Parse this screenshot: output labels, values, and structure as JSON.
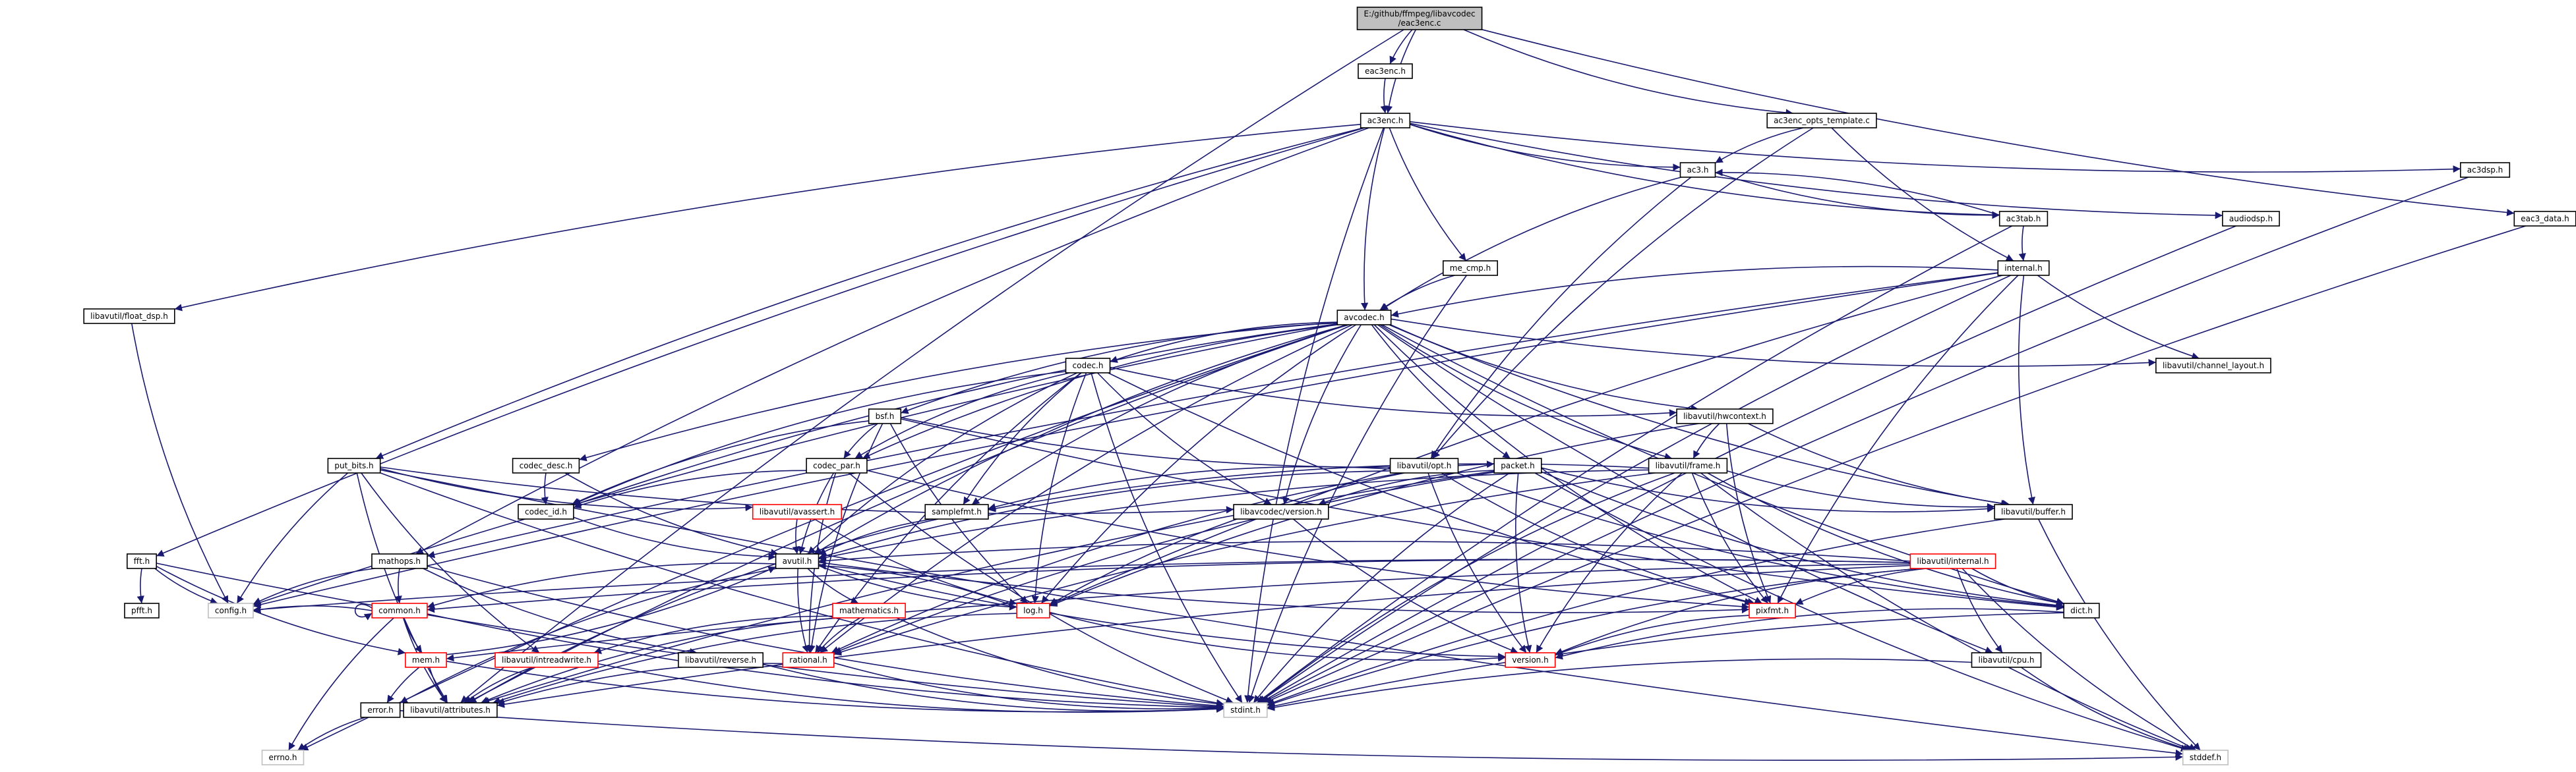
{
  "diagram": {
    "colors": {
      "edge": "#191970",
      "node_border_default": "#000000",
      "node_border_incomplete": "#ff0000",
      "node_border_external": "#bfbfbf",
      "root_fill": "#bfbfbf",
      "node_fill": "#ffffff"
    },
    "nodes": [
      {
        "id": "root",
        "label": "E:/github/ffmpeg/libavcodec/eac3enc.c",
        "lines": [
          "E:/github/ffmpeg/libavcodec",
          "/eac3enc.c"
        ],
        "style": "root"
      },
      {
        "id": "eac3enc_h",
        "label": "eac3enc.h",
        "style": "normal"
      },
      {
        "id": "ac3enc_h",
        "label": "ac3enc.h",
        "style": "normal"
      },
      {
        "id": "ac3enc_opts",
        "label": "ac3enc_opts_template.c",
        "style": "normal"
      },
      {
        "id": "ac3_h",
        "label": "ac3.h",
        "style": "normal"
      },
      {
        "id": "ac3dsp_h",
        "label": "ac3dsp.h",
        "style": "normal"
      },
      {
        "id": "eac3_data_h",
        "label": "eac3_data.h",
        "style": "normal"
      },
      {
        "id": "audiodsp_h",
        "label": "audiodsp.h",
        "style": "normal"
      },
      {
        "id": "ac3tab_h",
        "label": "ac3tab.h",
        "style": "normal"
      },
      {
        "id": "internal_h",
        "label": "internal.h",
        "style": "normal"
      },
      {
        "id": "me_cmp_h",
        "label": "me_cmp.h",
        "style": "normal"
      },
      {
        "id": "float_dsp_h",
        "label": "libavutil/float_dsp.h",
        "style": "normal"
      },
      {
        "id": "avcodec_h",
        "label": "avcodec.h",
        "style": "normal"
      },
      {
        "id": "channel_layout_h",
        "label": "libavutil/channel_layout.h",
        "style": "normal"
      },
      {
        "id": "codec_h",
        "label": "codec.h",
        "style": "normal"
      },
      {
        "id": "hwcontext_h",
        "label": "libavutil/hwcontext.h",
        "style": "normal"
      },
      {
        "id": "bsf_h",
        "label": "bsf.h",
        "style": "normal"
      },
      {
        "id": "put_bits_h",
        "label": "put_bits.h",
        "style": "normal"
      },
      {
        "id": "codec_desc_h",
        "label": "codec_desc.h",
        "style": "normal"
      },
      {
        "id": "codec_par_h",
        "label": "codec_par.h",
        "style": "normal"
      },
      {
        "id": "opt_h",
        "label": "libavutil/opt.h",
        "style": "normal"
      },
      {
        "id": "packet_h",
        "label": "packet.h",
        "style": "normal"
      },
      {
        "id": "frame_h",
        "label": "libavutil/frame.h",
        "style": "normal"
      },
      {
        "id": "codec_id_h",
        "label": "codec_id.h",
        "style": "normal"
      },
      {
        "id": "avassert_h",
        "label": "libavutil/avassert.h",
        "style": "incomplete"
      },
      {
        "id": "samplefmt_h",
        "label": "samplefmt.h",
        "style": "normal"
      },
      {
        "id": "lavc_version_h",
        "label": "libavcodec/version.h",
        "style": "normal"
      },
      {
        "id": "buffer_h",
        "label": "libavutil/buffer.h",
        "style": "normal"
      },
      {
        "id": "fft_h",
        "label": "fft.h",
        "style": "normal"
      },
      {
        "id": "mathops_h",
        "label": "mathops.h",
        "style": "normal"
      },
      {
        "id": "avutil_h",
        "label": "avutil.h",
        "style": "normal"
      },
      {
        "id": "lavu_internal_h",
        "label": "libavutil/internal.h",
        "style": "incomplete"
      },
      {
        "id": "pfft_h",
        "label": "pfft.h",
        "style": "normal"
      },
      {
        "id": "config_h",
        "label": "config.h",
        "style": "external"
      },
      {
        "id": "common_h",
        "label": "common.h",
        "style": "incomplete"
      },
      {
        "id": "mathematics_h",
        "label": "mathematics.h",
        "style": "incomplete"
      },
      {
        "id": "log_h",
        "label": "log.h",
        "style": "incomplete"
      },
      {
        "id": "pixfmt_h",
        "label": "pixfmt.h",
        "style": "incomplete"
      },
      {
        "id": "dict_h",
        "label": "dict.h",
        "style": "normal"
      },
      {
        "id": "mem_h",
        "label": "mem.h",
        "style": "incomplete"
      },
      {
        "id": "intreadwrite_h",
        "label": "libavutil/intreadwrite.h",
        "style": "incomplete"
      },
      {
        "id": "reverse_h",
        "label": "libavutil/reverse.h",
        "style": "normal"
      },
      {
        "id": "rational_h",
        "label": "rational.h",
        "style": "incomplete"
      },
      {
        "id": "version_h",
        "label": "version.h",
        "style": "incomplete"
      },
      {
        "id": "cpu_h",
        "label": "libavutil/cpu.h",
        "style": "normal"
      },
      {
        "id": "error_h",
        "label": "error.h",
        "style": "normal"
      },
      {
        "id": "attributes_h",
        "label": "libavutil/attributes.h",
        "style": "normal"
      },
      {
        "id": "stdint_h",
        "label": "stdint.h",
        "style": "external"
      },
      {
        "id": "errno_h",
        "label": "errno.h",
        "style": "external"
      },
      {
        "id": "stddef_h",
        "label": "stddef.h",
        "style": "external"
      }
    ],
    "edges": [
      [
        "root",
        "eac3enc_h"
      ],
      [
        "root",
        "ac3enc_h"
      ],
      [
        "root",
        "ac3enc_opts"
      ],
      [
        "root",
        "eac3_data_h"
      ],
      [
        "root",
        "attributes_h"
      ],
      [
        "eac3enc_h",
        "ac3enc_h"
      ],
      [
        "ac3enc_h",
        "ac3_h"
      ],
      [
        "ac3enc_h",
        "ac3dsp_h"
      ],
      [
        "ac3enc_h",
        "audiodsp_h"
      ],
      [
        "ac3enc_h",
        "ac3tab_h"
      ],
      [
        "ac3enc_h",
        "me_cmp_h"
      ],
      [
        "ac3enc_h",
        "float_dsp_h"
      ],
      [
        "ac3enc_h",
        "avcodec_h"
      ],
      [
        "ac3enc_h",
        "put_bits_h"
      ],
      [
        "ac3enc_h",
        "fft_h"
      ],
      [
        "ac3enc_h",
        "mathops_h"
      ],
      [
        "ac3enc_h",
        "stdint_h"
      ],
      [
        "ac3enc_opts",
        "ac3_h"
      ],
      [
        "ac3enc_opts",
        "internal_h"
      ],
      [
        "ac3enc_opts",
        "opt_h"
      ],
      [
        "ac3_h",
        "avcodec_h"
      ],
      [
        "ac3_h",
        "ac3tab_h"
      ],
      [
        "ac3_h",
        "opt_h"
      ],
      [
        "ac3tab_h",
        "ac3_h"
      ],
      [
        "ac3tab_h",
        "internal_h"
      ],
      [
        "ac3tab_h",
        "stdint_h"
      ],
      [
        "internal_h",
        "avcodec_h"
      ],
      [
        "internal_h",
        "channel_layout_h"
      ],
      [
        "internal_h",
        "buffer_h"
      ],
      [
        "internal_h",
        "config_h"
      ],
      [
        "internal_h",
        "stdint_h"
      ],
      [
        "internal_h",
        "pixfmt_h"
      ],
      [
        "internal_h",
        "mathops_h"
      ],
      [
        "internal_h",
        "log_h"
      ],
      [
        "ac3dsp_h",
        "stdint_h"
      ],
      [
        "audiodsp_h",
        "stdint_h"
      ],
      [
        "eac3_data_h",
        "stdint_h"
      ],
      [
        "me_cmp_h",
        "avcodec_h"
      ],
      [
        "me_cmp_h",
        "stdint_h"
      ],
      [
        "float_dsp_h",
        "config_h"
      ],
      [
        "avcodec_h",
        "errno_h"
      ],
      [
        "avcodec_h",
        "attributes_h"
      ],
      [
        "avcodec_h",
        "avutil_h"
      ],
      [
        "avcodec_h",
        "buffer_h"
      ],
      [
        "avcodec_h",
        "channel_layout_h"
      ],
      [
        "avcodec_h",
        "cpu_h"
      ],
      [
        "avcodec_h",
        "dict_h"
      ],
      [
        "avcodec_h",
        "frame_h"
      ],
      [
        "avcodec_h",
        "log_h"
      ],
      [
        "avcodec_h",
        "pixfmt_h"
      ],
      [
        "avcodec_h",
        "rational_h"
      ],
      [
        "avcodec_h",
        "codec_h"
      ],
      [
        "avcodec_h",
        "codec_desc_h"
      ],
      [
        "avcodec_h",
        "codec_id_h"
      ],
      [
        "avcodec_h",
        "packet_h"
      ],
      [
        "avcodec_h",
        "lavc_version_h"
      ],
      [
        "avcodec_h",
        "bsf_h"
      ],
      [
        "avcodec_h",
        "codec_par_h"
      ],
      [
        "avcodec_h",
        "samplefmt_h"
      ],
      [
        "avcodec_h",
        "hwcontext_h"
      ],
      [
        "avcodec_h",
        "config_h"
      ],
      [
        "codec_h",
        "stdint_h"
      ],
      [
        "codec_h",
        "avutil_h"
      ],
      [
        "codec_h",
        "hwcontext_h"
      ],
      [
        "codec_h",
        "log_h"
      ],
      [
        "codec_h",
        "pixfmt_h"
      ],
      [
        "codec_h",
        "rational_h"
      ],
      [
        "codec_h",
        "samplefmt_h"
      ],
      [
        "codec_h",
        "lavc_version_h"
      ],
      [
        "codec_h",
        "codec_id_h"
      ],
      [
        "codec_h",
        "codec_par_h"
      ],
      [
        "hwcontext_h",
        "buffer_h"
      ],
      [
        "hwcontext_h",
        "frame_h"
      ],
      [
        "hwcontext_h",
        "log_h"
      ],
      [
        "hwcontext_h",
        "pixfmt_h"
      ],
      [
        "bsf_h",
        "dict_h"
      ],
      [
        "bsf_h",
        "log_h"
      ],
      [
        "bsf_h",
        "rational_h"
      ],
      [
        "bsf_h",
        "codec_id_h"
      ],
      [
        "bsf_h",
        "codec_par_h"
      ],
      [
        "bsf_h",
        "packet_h"
      ],
      [
        "codec_desc_h",
        "avutil_h"
      ],
      [
        "codec_desc_h",
        "codec_id_h"
      ],
      [
        "codec_par_h",
        "stdint_h"
      ],
      [
        "codec_par_h",
        "avutil_h"
      ],
      [
        "codec_par_h",
        "rational_h"
      ],
      [
        "codec_par_h",
        "pixfmt_h"
      ],
      [
        "codec_par_h",
        "codec_id_h"
      ],
      [
        "put_bits_h",
        "stdint_h"
      ],
      [
        "put_bits_h",
        "stddef_h"
      ],
      [
        "put_bits_h",
        "config_h"
      ],
      [
        "put_bits_h",
        "intreadwrite_h"
      ],
      [
        "put_bits_h",
        "avassert_h"
      ],
      [
        "put_bits_h",
        "lavc_version_h"
      ],
      [
        "put_bits_h",
        "attributes_h"
      ],
      [
        "opt_h",
        "rational_h"
      ],
      [
        "opt_h",
        "avutil_h"
      ],
      [
        "opt_h",
        "dict_h"
      ],
      [
        "opt_h",
        "log_h"
      ],
      [
        "opt_h",
        "pixfmt_h"
      ],
      [
        "opt_h",
        "samplefmt_h"
      ],
      [
        "opt_h",
        "version_h"
      ],
      [
        "packet_h",
        "stddef_h"
      ],
      [
        "packet_h",
        "stdint_h"
      ],
      [
        "packet_h",
        "attributes_h"
      ],
      [
        "packet_h",
        "buffer_h"
      ],
      [
        "packet_h",
        "dict_h"
      ],
      [
        "packet_h",
        "rational_h"
      ],
      [
        "packet_h",
        "version_h"
      ],
      [
        "packet_h",
        "lavc_version_h"
      ],
      [
        "frame_h",
        "stddef_h"
      ],
      [
        "frame_h",
        "stdint_h"
      ],
      [
        "frame_h",
        "avutil_h"
      ],
      [
        "frame_h",
        "buffer_h"
      ],
      [
        "frame_h",
        "dict_h"
      ],
      [
        "frame_h",
        "rational_h"
      ],
      [
        "frame_h",
        "samplefmt_h"
      ],
      [
        "frame_h",
        "pixfmt_h"
      ],
      [
        "frame_h",
        "version_h"
      ],
      [
        "codec_id_h",
        "avutil_h"
      ],
      [
        "avassert_h",
        "avutil_h"
      ],
      [
        "avassert_h",
        "log_h"
      ],
      [
        "samplefmt_h",
        "avutil_h"
      ],
      [
        "samplefmt_h",
        "attributes_h"
      ],
      [
        "lavc_version_h",
        "version_h"
      ],
      [
        "buffer_h",
        "stddef_h"
      ],
      [
        "buffer_h",
        "stdint_h"
      ],
      [
        "fft_h",
        "config_h"
      ],
      [
        "fft_h",
        "stdint_h"
      ],
      [
        "fft_h",
        "pfft_h"
      ],
      [
        "fft_h",
        "mem_h"
      ],
      [
        "mathops_h",
        "stdint_h"
      ],
      [
        "mathops_h",
        "common_h"
      ],
      [
        "mathops_h",
        "config_h"
      ],
      [
        "mathops_h",
        "reverse_h"
      ],
      [
        "avutil_h",
        "common_h"
      ],
      [
        "avutil_h",
        "error_h"
      ],
      [
        "avutil_h",
        "rational_h"
      ],
      [
        "avutil_h",
        "version_h"
      ],
      [
        "avutil_h",
        "mathematics_h"
      ],
      [
        "avutil_h",
        "log_h"
      ],
      [
        "avutil_h",
        "pixfmt_h"
      ],
      [
        "lavu_internal_h",
        "avutil_h"
      ],
      [
        "lavu_internal_h",
        "config_h"
      ],
      [
        "lavu_internal_h",
        "stddef_h"
      ],
      [
        "lavu_internal_h",
        "stdint_h"
      ],
      [
        "lavu_internal_h",
        "attributes_h"
      ],
      [
        "lavu_internal_h",
        "cpu_h"
      ],
      [
        "lavu_internal_h",
        "dict_h"
      ],
      [
        "lavu_internal_h",
        "pixfmt_h"
      ],
      [
        "lavu_internal_h",
        "version_h"
      ],
      [
        "lavu_internal_h",
        "common_h"
      ],
      [
        "lavu_internal_h",
        "mem_h"
      ],
      [
        "common_h",
        "errno_h"
      ],
      [
        "common_h",
        "stdint_h"
      ],
      [
        "common_h",
        "attributes_h"
      ],
      [
        "common_h",
        "mem_h"
      ],
      [
        "common_h",
        "config_h"
      ],
      [
        "common_h",
        "common_h"
      ],
      [
        "mathematics_h",
        "stdint_h"
      ],
      [
        "mathematics_h",
        "attributes_h"
      ],
      [
        "mathematics_h",
        "rational_h"
      ],
      [
        "mathematics_h",
        "intreadwrite_h"
      ],
      [
        "log_h",
        "avutil_h"
      ],
      [
        "log_h",
        "attributes_h"
      ],
      [
        "log_h",
        "version_h"
      ],
      [
        "pixfmt_h",
        "version_h"
      ],
      [
        "dict_h",
        "stdint_h"
      ],
      [
        "dict_h",
        "version_h"
      ],
      [
        "mem_h",
        "error_h"
      ],
      [
        "mem_h",
        "attributes_h"
      ],
      [
        "mem_h",
        "avutil_h"
      ],
      [
        "mem_h",
        "stdint_h"
      ],
      [
        "intreadwrite_h",
        "stdint_h"
      ],
      [
        "intreadwrite_h",
        "attributes_h"
      ],
      [
        "reverse_h",
        "stdint_h"
      ],
      [
        "rational_h",
        "stdint_h"
      ],
      [
        "rational_h",
        "attributes_h"
      ],
      [
        "cpu_h",
        "stddef_h"
      ],
      [
        "cpu_h",
        "stdint_h"
      ],
      [
        "error_h",
        "errno_h"
      ],
      [
        "error_h",
        "stddef_h"
      ]
    ]
  }
}
